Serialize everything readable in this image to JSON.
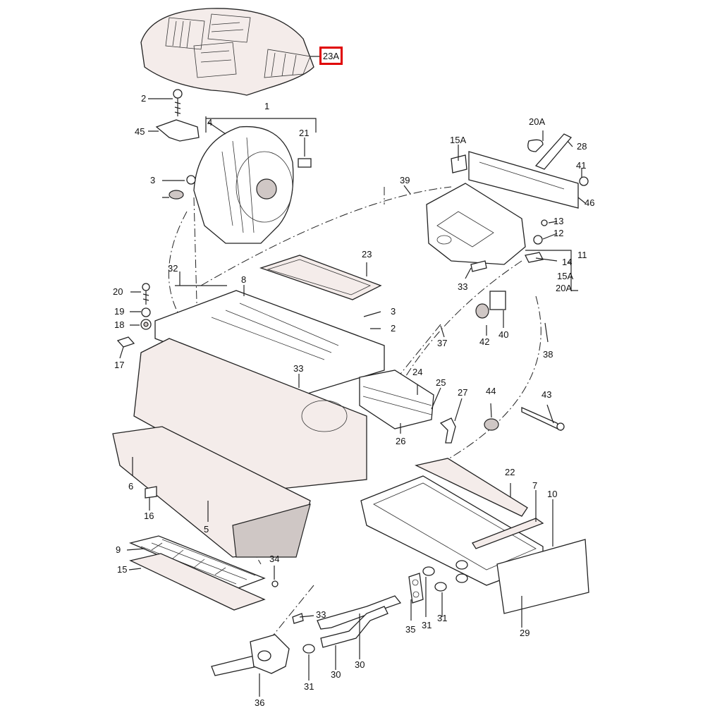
{
  "highlighted_label": "23A",
  "labels": [
    "1",
    "2",
    "3",
    "4",
    "5",
    "6",
    "7",
    "8",
    "9",
    "10",
    "11",
    "12",
    "13",
    "14",
    "15",
    "15A",
    "16",
    "17",
    "18",
    "19",
    "20",
    "20A",
    "21",
    "22",
    "23",
    "24",
    "25",
    "26",
    "27",
    "28",
    "29",
    "30",
    "31",
    "32",
    "33",
    "34",
    "35",
    "36",
    "37",
    "38",
    "39",
    "40",
    "41",
    "42",
    "43",
    "44",
    "45",
    "46"
  ],
  "label_extra": {
    "l_15A_b": "15A",
    "l_20A_b": "20A",
    "l_2_b": "2",
    "l_3_b": "3",
    "l_33_b": "33",
    "l_33_c": "33",
    "l_31_b": "31",
    "l_31_c": "31",
    "l_30_b": "30"
  }
}
